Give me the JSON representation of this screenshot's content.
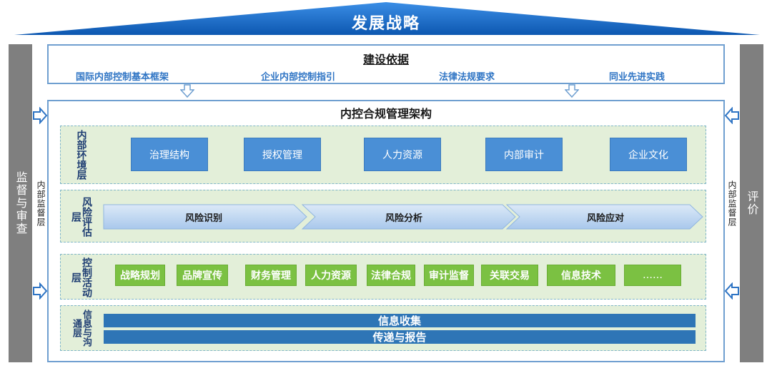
{
  "title": "发展战略",
  "left_outer": "监督与审查",
  "left_inner": "内部监督层",
  "right_inner": "内部监督层",
  "right_outer": "评价",
  "basis": {
    "title": "建设依据",
    "items": [
      "国际内部控制基本框架",
      "企业内部控制指引",
      "法律法规要求",
      "同业先进实践"
    ]
  },
  "framework_title": "内控合规管理架构",
  "env_layer": {
    "label": "内部环境层",
    "items": [
      "治理结构",
      "授权管理",
      "人力资源",
      "内部审计",
      "企业文化"
    ]
  },
  "risk_layer": {
    "label": "风险评估层",
    "items": [
      "风险识别",
      "风险分析",
      "风险应对"
    ]
  },
  "ctrl_layer": {
    "label": "控制活动层",
    "items": [
      "战略规划",
      "品牌宣传",
      "财务管理",
      "人力资源",
      "法律合规",
      "审计监督",
      "关联交易",
      "信息技术",
      "……"
    ]
  },
  "comm_layer": {
    "label": "信息与沟通层",
    "items": [
      "信息收集",
      "传递与报告"
    ]
  },
  "colors": {
    "banner": "#1565c0",
    "frame": "#6f9fd0",
    "env_box": "#4a8fd6",
    "activity_box": "#7bc142",
    "comm_bar": "#2e75b6",
    "layer_bg": "#e3efd9",
    "side_bar": "#7f7f7f"
  }
}
